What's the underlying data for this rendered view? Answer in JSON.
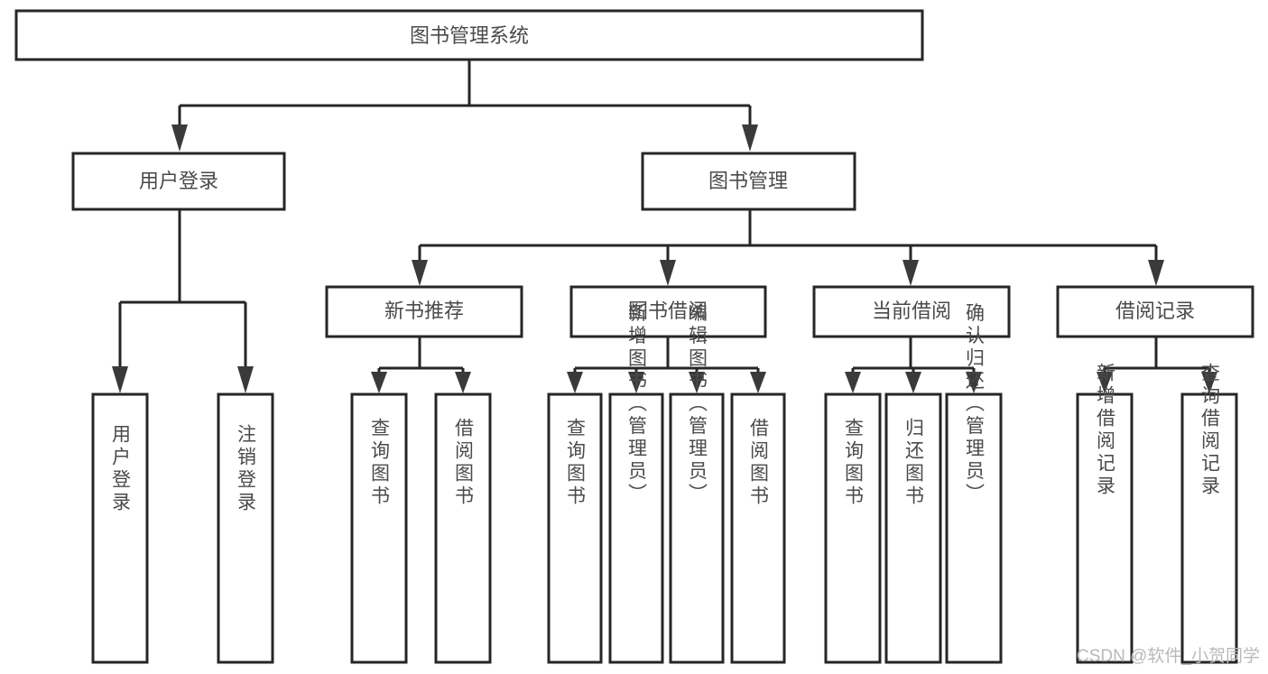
{
  "diagram": {
    "title": "图书管理系统",
    "type": "hierarchy-tree",
    "root": {
      "id": "root",
      "label": "图书管理系统",
      "orientation": "horizontal"
    },
    "level2": [
      {
        "id": "user-login",
        "label": "用户登录",
        "orientation": "horizontal"
      },
      {
        "id": "book-manage",
        "label": "图书管理",
        "orientation": "horizontal"
      }
    ],
    "level3": [
      {
        "id": "new-book-recommend",
        "label": "新书推荐",
        "orientation": "horizontal",
        "parent": "book-manage"
      },
      {
        "id": "book-borrow",
        "label": "图书借阅",
        "orientation": "horizontal",
        "parent": "book-manage"
      },
      {
        "id": "current-borrow",
        "label": "当前借阅",
        "orientation": "horizontal",
        "parent": "book-manage"
      },
      {
        "id": "borrow-record",
        "label": "借阅记录",
        "orientation": "horizontal",
        "parent": "book-manage"
      }
    ],
    "leaves": [
      {
        "id": "leaf-user-login",
        "label": "用户登录",
        "orientation": "vertical",
        "parent": "user-login"
      },
      {
        "id": "leaf-user-logout",
        "label": "注销登录",
        "orientation": "vertical",
        "parent": "user-login"
      },
      {
        "id": "leaf-query-book-1",
        "label": "查询图书",
        "orientation": "vertical",
        "parent": "new-book-recommend"
      },
      {
        "id": "leaf-borrow-book-1",
        "label": "借阅图书",
        "orientation": "vertical",
        "parent": "new-book-recommend"
      },
      {
        "id": "leaf-query-book-2",
        "label": "查询图书",
        "orientation": "vertical",
        "parent": "book-borrow"
      },
      {
        "id": "leaf-add-book",
        "label": "新增图书（管理员）",
        "orientation": "vertical",
        "parent": "book-borrow"
      },
      {
        "id": "leaf-edit-book",
        "label": "编辑图书（管理员）",
        "orientation": "vertical",
        "parent": "book-borrow"
      },
      {
        "id": "leaf-borrow-book-2",
        "label": "借阅图书",
        "orientation": "vertical",
        "parent": "book-borrow"
      },
      {
        "id": "leaf-query-book-3",
        "label": "查询图书",
        "orientation": "vertical",
        "parent": "current-borrow"
      },
      {
        "id": "leaf-return-book",
        "label": "归还图书",
        "orientation": "vertical",
        "parent": "current-borrow"
      },
      {
        "id": "leaf-confirm-return",
        "label": "确认归还（管理员）",
        "orientation": "vertical",
        "parent": "current-borrow"
      },
      {
        "id": "leaf-add-record",
        "label": "新增借阅记录",
        "orientation": "vertical",
        "parent": "borrow-record"
      },
      {
        "id": "leaf-query-record",
        "label": "查询借阅记录",
        "orientation": "vertical",
        "parent": "borrow-record"
      }
    ],
    "watermark": "CSDN @软件_小贺同学",
    "colors": {
      "box_stroke": "#262626",
      "box_fill": "#ffffff",
      "text": "#4a4a4a",
      "arrow": "#3a3a3a",
      "watermark": "#b9b9b9",
      "background": "#ffffff"
    }
  }
}
